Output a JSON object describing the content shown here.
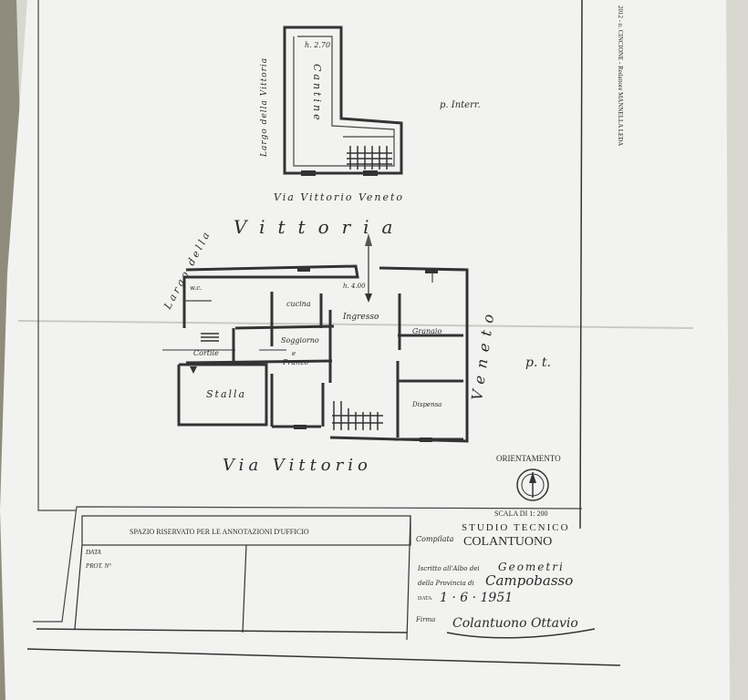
{
  "side_text": "2012 - n. CINCIONE - Redattore MANNELLA LEDA",
  "plan_top": {
    "level_label": "p. Interr.",
    "room_cantine": "Cantine",
    "height_label": "h. 2.70",
    "street_left": "Largo della Vittoria",
    "street_bottom": "Via Vittorio Veneto"
  },
  "plan_main": {
    "street_top": "Vittoria",
    "street_left": "Largo della",
    "street_right": "Veneto",
    "street_bottom": "Via Vittorio",
    "level_label": "p. t.",
    "height_label": "h. 4.00",
    "rooms": {
      "wc": "w.c.",
      "cucina": "cucina",
      "ingresso": "Ingresso",
      "granaio": "Granaio",
      "soggiorno_1": "Soggiorno",
      "soggiorno_2": "e",
      "soggiorno_3": "Pranzo",
      "cortile": "Cortile",
      "stalla": "Stalla",
      "dispensa": "Dispensa"
    }
  },
  "orientation": {
    "label": "ORIENTAMENTO",
    "scale": "SCALA DI 1: 200"
  },
  "office_box": {
    "title": "SPAZIO RISERVATO PER LE ANNOTAZIONI D'UFFICIO",
    "data_label": "DATA",
    "prot_label": "PROT. N°"
  },
  "signature_block": {
    "stamp_line1": "STUDIO TECNICO",
    "compilata_label": "Compilata",
    "stamp_name": "COLANTUONO",
    "iscritto_label": "Iscritto all'Albo dei",
    "iscritto_value": "Geometri",
    "provincia_label": "della Provincia di",
    "provincia_value": "Campobasso",
    "data_label": "DATA",
    "data_value": "1 · 6 · 1951",
    "firma_label": "Firma",
    "firma_value": "Colantuono Ottavio"
  }
}
